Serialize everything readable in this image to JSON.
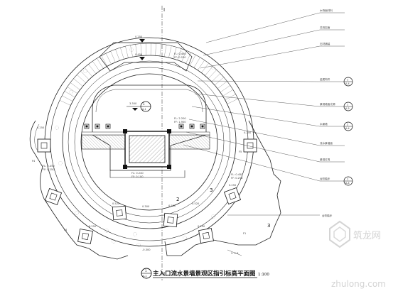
{
  "drawing": {
    "title": "主入口流水景墙景观区指引标高平面图",
    "scale": "1:100",
    "section_mark_top": "I",
    "section_mark_bottom": "I",
    "title_badge_num": "1",
    "title_badge_sub": "A-1"
  },
  "callouts": [
    "木饰面材料",
    "花岗岩面",
    "石材铺装",
    "金属构件",
    "景观墙面光源",
    "水景墙",
    "流水景墙面",
    "景观灯具",
    "台阶踏步"
  ],
  "callout_symbols": [
    {
      "num": "1",
      "sub": "A-4"
    },
    {
      "num": "1",
      "sub": "A-5"
    },
    {
      "num": "2",
      "sub": "A-4"
    },
    {
      "num": "1",
      "sub": "A-4"
    }
  ],
  "levels": {
    "top_outer": "0.250",
    "top_inner": "0.450",
    "top_fl": "FL: 0.450",
    "top_ff": "FF: 0.250",
    "center_left": "3.300",
    "center_badge": "A-1",
    "center_fl": "FL: 2.200",
    "center_ff": "FF: 1.900",
    "mid_left_fl": "FL: 0.450",
    "mid_left_ff": "FF: 0.250",
    "right_box": "0.250",
    "right_fl": "FL: 0.450",
    "right_ff": "FF: 0.250",
    "bottom_a": "0.520",
    "bottom_b": "0.300",
    "bottom_c": "0.520",
    "bottom_d": "0.520",
    "bottom_left_box": "0.250",
    "bottom_right_box": "0.250",
    "bottom_mid": "-0.300",
    "center_fl2": "FL: 0.240",
    "center_ff2": "FF: 0.100",
    "right_lower": "0.250",
    "left_upper": "0.250"
  },
  "zone_numbers": [
    "2",
    "3",
    "3"
  ],
  "zone_labels": [
    "F4",
    "F4",
    "F5",
    "F1"
  ],
  "right_note": "台阶踏步",
  "bottom_ref": "2. 2-6",
  "watermark": {
    "cn": "筑龙网",
    "en": "zhulong.com"
  }
}
